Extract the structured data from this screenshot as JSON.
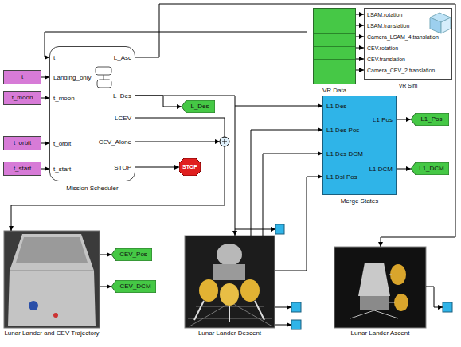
{
  "diagram": {
    "nodes": [
      {
        "text": [
          "t"
        ]
      },
      {
        "text": [
          "t_moon"
        ]
      },
      {
        "text": [
          "t_orbit"
        ]
      },
      {
        "text": [
          "t_start"
        ]
      },
      {
        "text": [
          "Mission Scheduler",
          "t",
          "Landing_only",
          "t_moon",
          "t_orbit",
          "t_start",
          "L_Asc",
          "L_Des",
          "LCEV",
          "CEV_Alone",
          "STOP"
        ]
      },
      {
        "text": [
          "L_Des"
        ]
      },
      {
        "text": [
          "STOP"
        ]
      },
      {
        "text": [
          "VR Data"
        ]
      },
      {
        "text": [
          "VR Sim",
          "LSAM.rotation",
          "LSAM.translation",
          "Camera_LSAM_4.translation",
          "CEV.rotation",
          "CEV.translation",
          "Camera_CEV_2.translation"
        ]
      },
      {
        "text": [
          "Merge States",
          "L1 Des",
          "L1 Des Pos",
          "L1 Des DCM",
          "L1 Dsl Pos",
          "L1 Pos",
          "L1 DCM"
        ]
      },
      {
        "text": [
          "L1_Pos"
        ]
      },
      {
        "text": [
          "L1_DCM"
        ]
      },
      {
        "text": [
          "Lunar Lander and CEV Trajectory"
        ]
      },
      {
        "text": [
          "CEV_Pos"
        ]
      },
      {
        "text": [
          "CEV_DCM"
        ]
      },
      {
        "text": [
          "Lunar Lander Descent"
        ]
      },
      {
        "text": [
          "Lunar Lander Ascent"
        ]
      }
    ],
    "edges": [
      {
        "from": 0,
        "to": 4,
        "arrow": "to"
      },
      {
        "from": 1,
        "to": 4,
        "arrow": "to"
      },
      {
        "from": 2,
        "to": 4,
        "arrow": "to"
      },
      {
        "from": 3,
        "to": 4,
        "arrow": "to"
      },
      {
        "from": 4,
        "to": 5,
        "arrow": "to"
      },
      {
        "from": 4,
        "to": 6,
        "arrow": "to"
      },
      {
        "from": 4,
        "to": 16,
        "arrow": "to"
      },
      {
        "from": 4,
        "to": 15,
        "arrow": "to"
      },
      {
        "from": 4,
        "to": 12,
        "arrow": "to"
      },
      {
        "from": 7,
        "to": 8,
        "arrow": "to"
      },
      {
        "from": 15,
        "to": 9,
        "arrow": "to"
      },
      {
        "from": 9,
        "to": 10,
        "arrow": "to"
      },
      {
        "from": 9,
        "to": 11,
        "arrow": "to"
      },
      {
        "from": 12,
        "to": 13,
        "arrow": "to"
      },
      {
        "from": 12,
        "to": 14,
        "arrow": "to"
      }
    ]
  }
}
